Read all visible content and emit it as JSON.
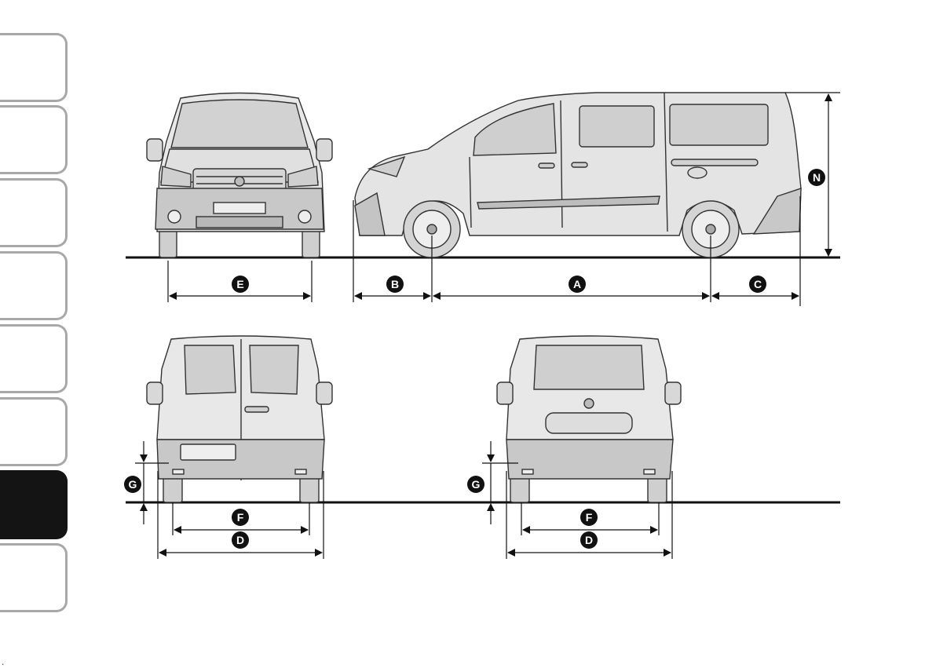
{
  "side_tabs": {
    "count": 8,
    "active_index": 6
  },
  "labels": {
    "A": "A",
    "B": "B",
    "C": "C",
    "D": "D",
    "E": "E",
    "F": "F",
    "G": "G",
    "N": "N"
  },
  "corner_mark": "."
}
